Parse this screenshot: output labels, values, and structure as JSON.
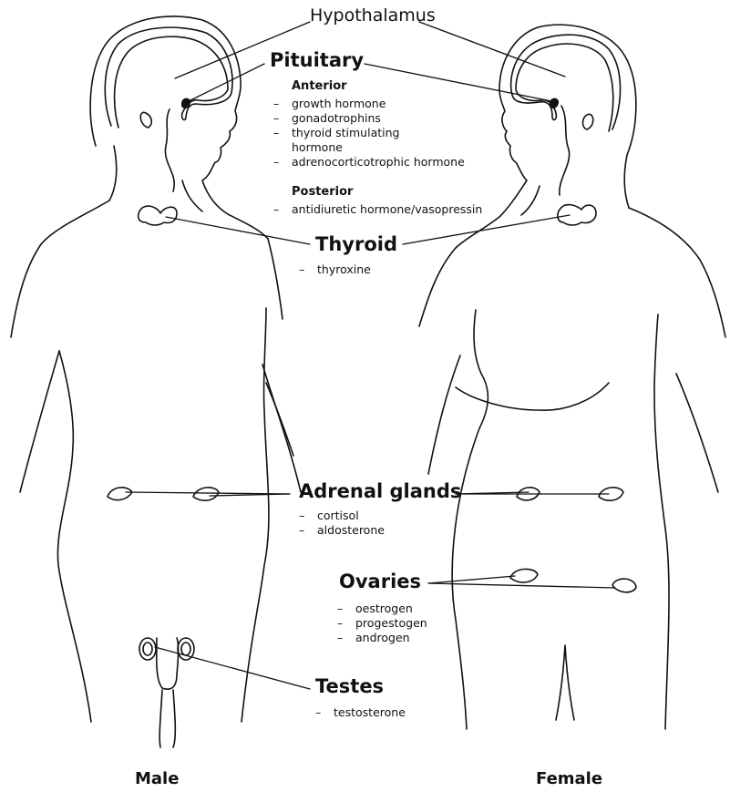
{
  "labels": {
    "hypothalamus": "Hypothalamus",
    "pituitary": "Pituitary",
    "anterior": "Anterior",
    "posterior": "Posterior",
    "thyroid": "Thyroid",
    "adrenal": "Adrenal glands",
    "ovaries": "Ovaries",
    "testes": "Testes"
  },
  "hormones": {
    "anterior": [
      "growth hormone",
      "gonadotrophins",
      "thyroid stimulating",
      "hormone",
      "adrenocorticotrophic hormone"
    ],
    "posterior": [
      "antidiuretic hormone/vasopressin"
    ],
    "thyroid": [
      "thyroxine"
    ],
    "adrenal": [
      "cortisol",
      "aldosterone"
    ],
    "ovaries": [
      "oestrogen",
      "progestogen",
      "androgen"
    ],
    "testes": [
      "testosterone"
    ]
  },
  "captions": {
    "male": "Male",
    "female": "Female"
  },
  "dash": "–",
  "colors": {
    "line": "#111111",
    "background": "#ffffff"
  }
}
